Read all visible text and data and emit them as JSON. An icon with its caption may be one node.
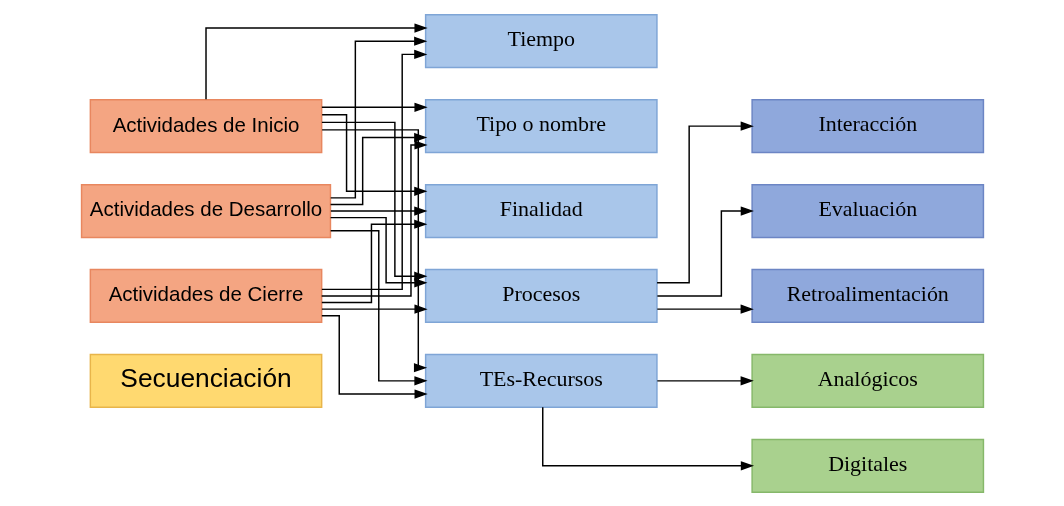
{
  "diagram": {
    "nodes": [
      {
        "text": [
          "Secuenciación"
        ]
      },
      {
        "text": [
          "Actividades de Inicio"
        ]
      },
      {
        "text": [
          "Actividades de Desarrollo"
        ]
      },
      {
        "text": [
          "Actividades de Cierre"
        ]
      },
      {
        "text": [
          "Tipo o nombre"
        ]
      },
      {
        "text": [
          "Finalidad"
        ]
      },
      {
        "text": [
          "Procesos"
        ]
      },
      {
        "text": [
          "TEs-Recursos"
        ]
      },
      {
        "text": [
          "Tiempo"
        ]
      },
      {
        "text": [
          "Interacción"
        ]
      },
      {
        "text": [
          "Evaluación"
        ]
      },
      {
        "text": [
          "Retroalimentación"
        ]
      },
      {
        "text": [
          "Digitales"
        ]
      },
      {
        "text": [
          "Analógicos"
        ]
      }
    ],
    "edges": [
      {
        "from": 1,
        "to": 4,
        "arrow": "to"
      },
      {
        "from": 1,
        "to": 5,
        "arrow": "to"
      },
      {
        "from": 1,
        "to": 6,
        "arrow": "to"
      },
      {
        "from": 1,
        "to": 7,
        "arrow": "to"
      },
      {
        "from": 1,
        "to": 8,
        "arrow": "to"
      },
      {
        "from": 2,
        "to": 4,
        "arrow": "to"
      },
      {
        "from": 2,
        "to": 5,
        "arrow": "to"
      },
      {
        "from": 2,
        "to": 6,
        "arrow": "to"
      },
      {
        "from": 2,
        "to": 7,
        "arrow": "to"
      },
      {
        "from": 2,
        "to": 8,
        "arrow": "to"
      },
      {
        "from": 3,
        "to": 4,
        "arrow": "to"
      },
      {
        "from": 3,
        "to": 5,
        "arrow": "to"
      },
      {
        "from": 3,
        "to": 6,
        "arrow": "to"
      },
      {
        "from": 3,
        "to": 7,
        "arrow": "to"
      },
      {
        "from": 3,
        "to": 8,
        "arrow": "to"
      },
      {
        "from": 6,
        "to": 9,
        "arrow": "to"
      },
      {
        "from": 6,
        "to": 10,
        "arrow": "to"
      },
      {
        "from": 6,
        "to": 11,
        "arrow": "to"
      },
      {
        "from": 7,
        "to": 12,
        "arrow": "to"
      },
      {
        "from": 7,
        "to": 13,
        "arrow": "to"
      }
    ]
  }
}
